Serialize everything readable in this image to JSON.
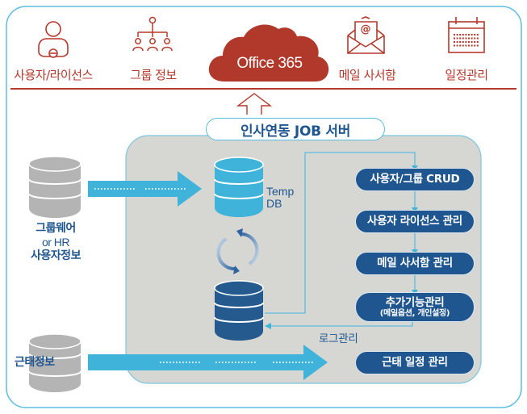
{
  "colors": {
    "office_red": "#b5382b",
    "frame_blue": "#5bbde0",
    "server_gray": "#d6d6d2",
    "pill_navy": "#1f5690",
    "arrow_cyan": "#3fb3da",
    "db_gray": "#b4b4b4",
    "db_light_blue": "#3fb3da",
    "db_navy": "#255a8e"
  },
  "top_services": [
    {
      "label": "사용자/라이선스",
      "icon": "user-license-icon"
    },
    {
      "label": "그룹 정보",
      "icon": "org-chart-icon"
    },
    {
      "label": "Office 365",
      "icon": "cloud-icon"
    },
    {
      "label": "메일 사서함",
      "icon": "mail-envelope-icon"
    },
    {
      "label": "일정관리",
      "icon": "calendar-icon"
    }
  ],
  "server": {
    "title": "인사연동 JOB 서버",
    "temp_db_label": "Temp\nDB",
    "temp_db_line1": "Temp",
    "temp_db_line2": "DB",
    "log_label": "로그관리",
    "process_steps": [
      {
        "label": "사용자/그룹 CRUD"
      },
      {
        "label": "사용자 라이선스 관리"
      },
      {
        "label": "메일 사서함 관리"
      },
      {
        "label": "추가기능관리",
        "sub": "(메일옵션, 개인설정)"
      }
    ],
    "attendance_step": "근태 일정 관리"
  },
  "sources": {
    "groupware": {
      "line1": "그룹웨어",
      "line2": "or HR",
      "line3": "사용자정보"
    },
    "attendance": "근태정보"
  },
  "connections": [
    {
      "from": "그룹웨어 or HR 사용자정보",
      "to": "Temp DB",
      "style": "dotted-arrow"
    },
    {
      "from": "Temp DB",
      "to": "Local DB",
      "style": "sync-cycle"
    },
    {
      "from": "Local DB",
      "to": "사용자/그룹 CRUD",
      "style": "line"
    },
    {
      "from": "사용자/그룹 CRUD",
      "to": "사용자 라이선스 관리",
      "style": "arrow"
    },
    {
      "from": "사용자 라이선스 관리",
      "to": "메일 사서함 관리",
      "style": "arrow"
    },
    {
      "from": "메일 사서함 관리",
      "to": "추가기능관리",
      "style": "arrow"
    },
    {
      "from": "추가기능관리",
      "to": "Local DB",
      "style": "arrow",
      "label": "로그관리"
    },
    {
      "from": "근태정보",
      "to": "근태 일정 관리",
      "style": "dotted-arrow"
    },
    {
      "from": "인사연동 JOB 서버",
      "to": "Office 365",
      "style": "outline-arrow"
    }
  ]
}
